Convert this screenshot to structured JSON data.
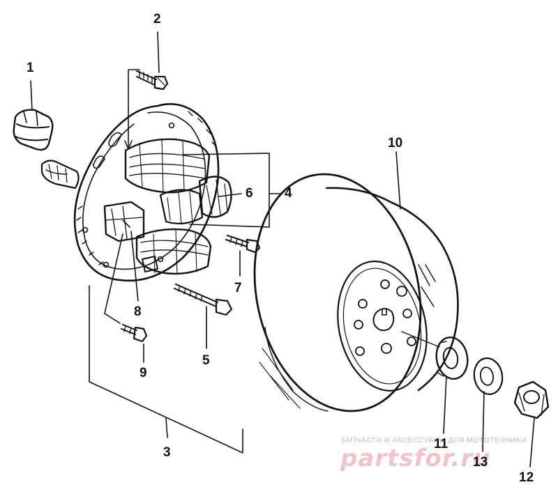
{
  "callouts": {
    "c1": "1",
    "c2": "2",
    "c3": "3",
    "c4": "4",
    "c5": "5",
    "c6": "6",
    "c7": "7",
    "c8": "8",
    "c9": "9",
    "c10": "10",
    "c11": "11",
    "c12": "12",
    "c13": "13"
  },
  "watermark": {
    "tagline": "ЗАПЧАСТИ И АКСЕССУАРЫ ДЛЯ МОТОТЕХНИКИ",
    "brand": "partsfor.ru"
  },
  "colors": {
    "ink": "#111111",
    "paper": "#ffffff",
    "watermark": "#f0c3c9"
  }
}
